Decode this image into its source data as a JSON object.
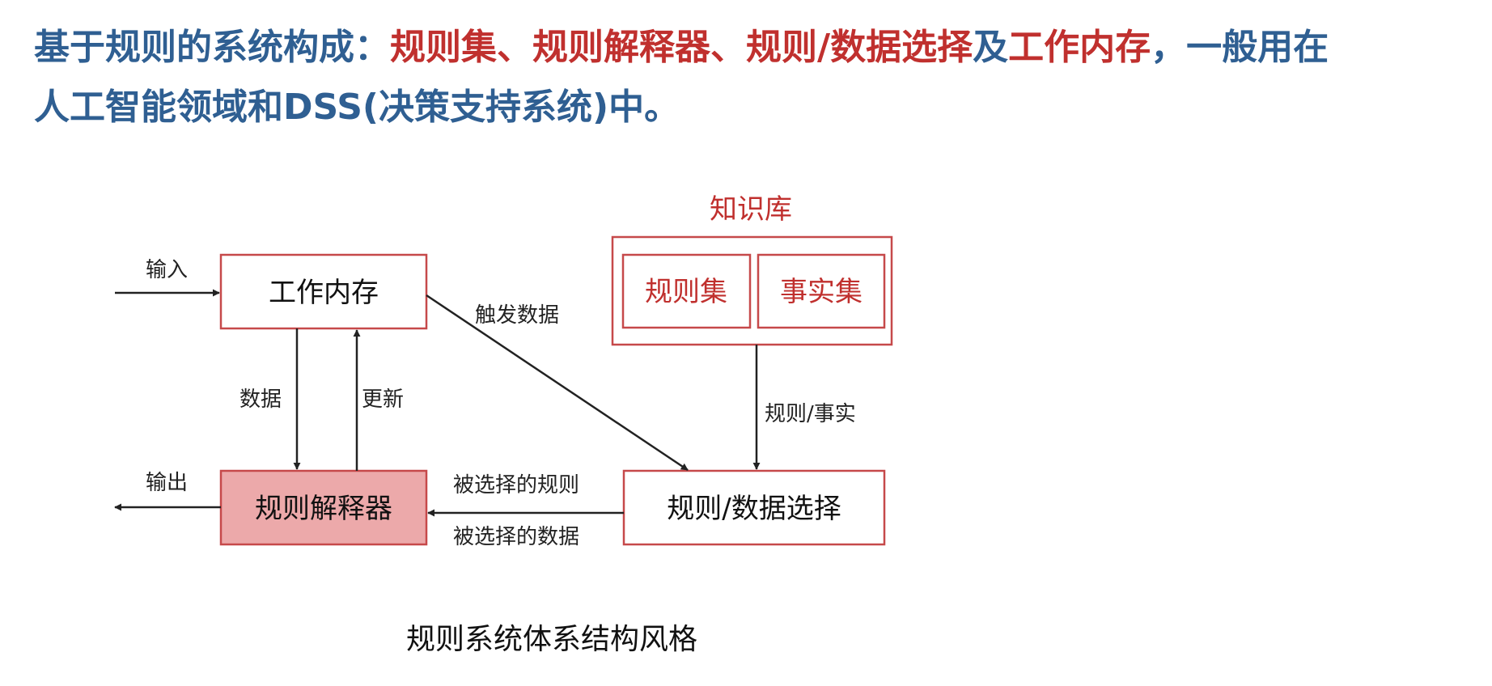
{
  "heading": {
    "part1": "基于规则的系统构成：",
    "part2": "规则集、规则解释器、规则/数据选择",
    "part3": "及",
    "part4": "工作内存",
    "part5": "，一般用在",
    "part6": "人工智能领域和DSS(决策支持系统)中。"
  },
  "diagram": {
    "knowledge_base_title": "知识库",
    "nodes": {
      "working_memory": "工作内存",
      "rule_set": "规则集",
      "fact_set": "事实集",
      "rule_interpreter": "规则解释器",
      "rule_data_selection": "规则/数据选择"
    },
    "edge_labels": {
      "input": "输入",
      "output": "输出",
      "data": "数据",
      "update": "更新",
      "trigger_data": "触发数据",
      "rule_fact": "规则/事实",
      "selected_rules": "被选择的规则",
      "selected_data": "被选择的数据"
    },
    "caption": "规则系统体系结构风格"
  },
  "colors": {
    "heading_blue": "#2f5f92",
    "heading_red": "#c0302e",
    "box_border": "#c6494a",
    "interpreter_fill": "#eca9aa"
  }
}
